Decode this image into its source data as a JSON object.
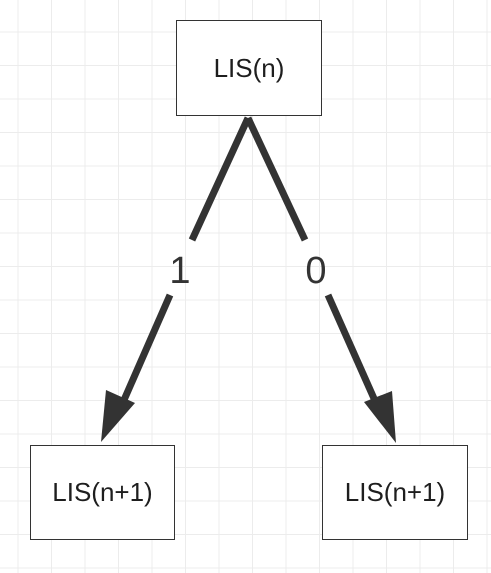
{
  "diagram": {
    "nodes": {
      "root": {
        "label": "LIS(n)"
      },
      "left": {
        "label": "LIS(n+1)"
      },
      "right": {
        "label": "LIS(n+1)"
      }
    },
    "edges": {
      "left": {
        "from": "root",
        "to": "left",
        "label": "1"
      },
      "right": {
        "from": "root",
        "to": "right",
        "label": "0"
      }
    },
    "colors": {
      "stroke": "#333333",
      "text": "#1e1e1e",
      "grid": "#ececec",
      "background": "#ffffff"
    }
  }
}
